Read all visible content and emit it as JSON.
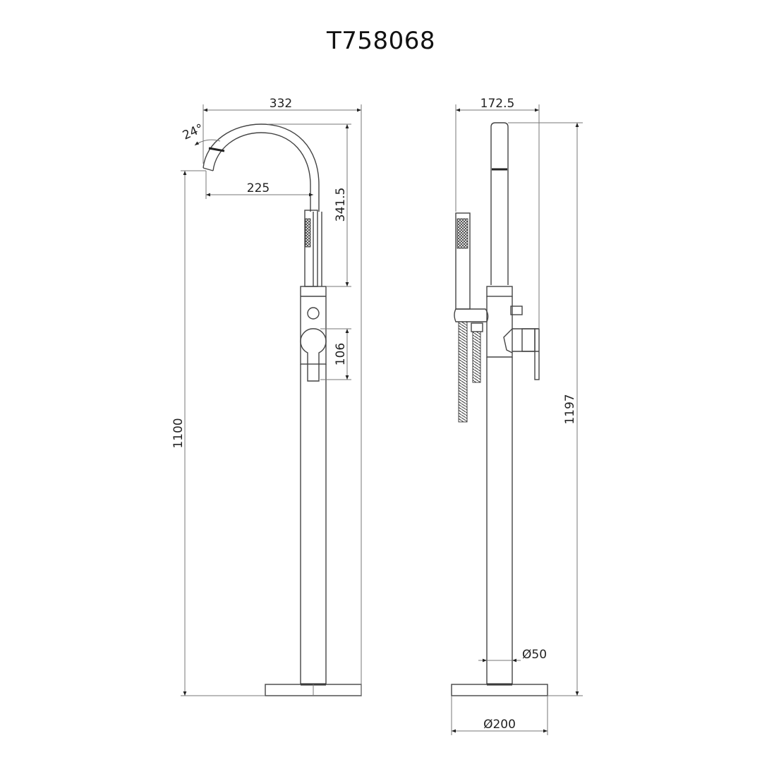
{
  "title": "T758068",
  "front_view": {
    "dimensions": {
      "overall_reach": "332",
      "spout_angle": "24°",
      "spout_reach": "225",
      "spout_height": "341.5",
      "handle_height": "106",
      "total_height": "1100"
    }
  },
  "side_view": {
    "dimensions": {
      "depth": "172.5",
      "total_height": "1197",
      "pipe_diameter": "Ø50",
      "base_diameter": "Ø200"
    }
  },
  "colors": {
    "line": "#444444",
    "text": "#222222",
    "background": "#ffffff"
  }
}
